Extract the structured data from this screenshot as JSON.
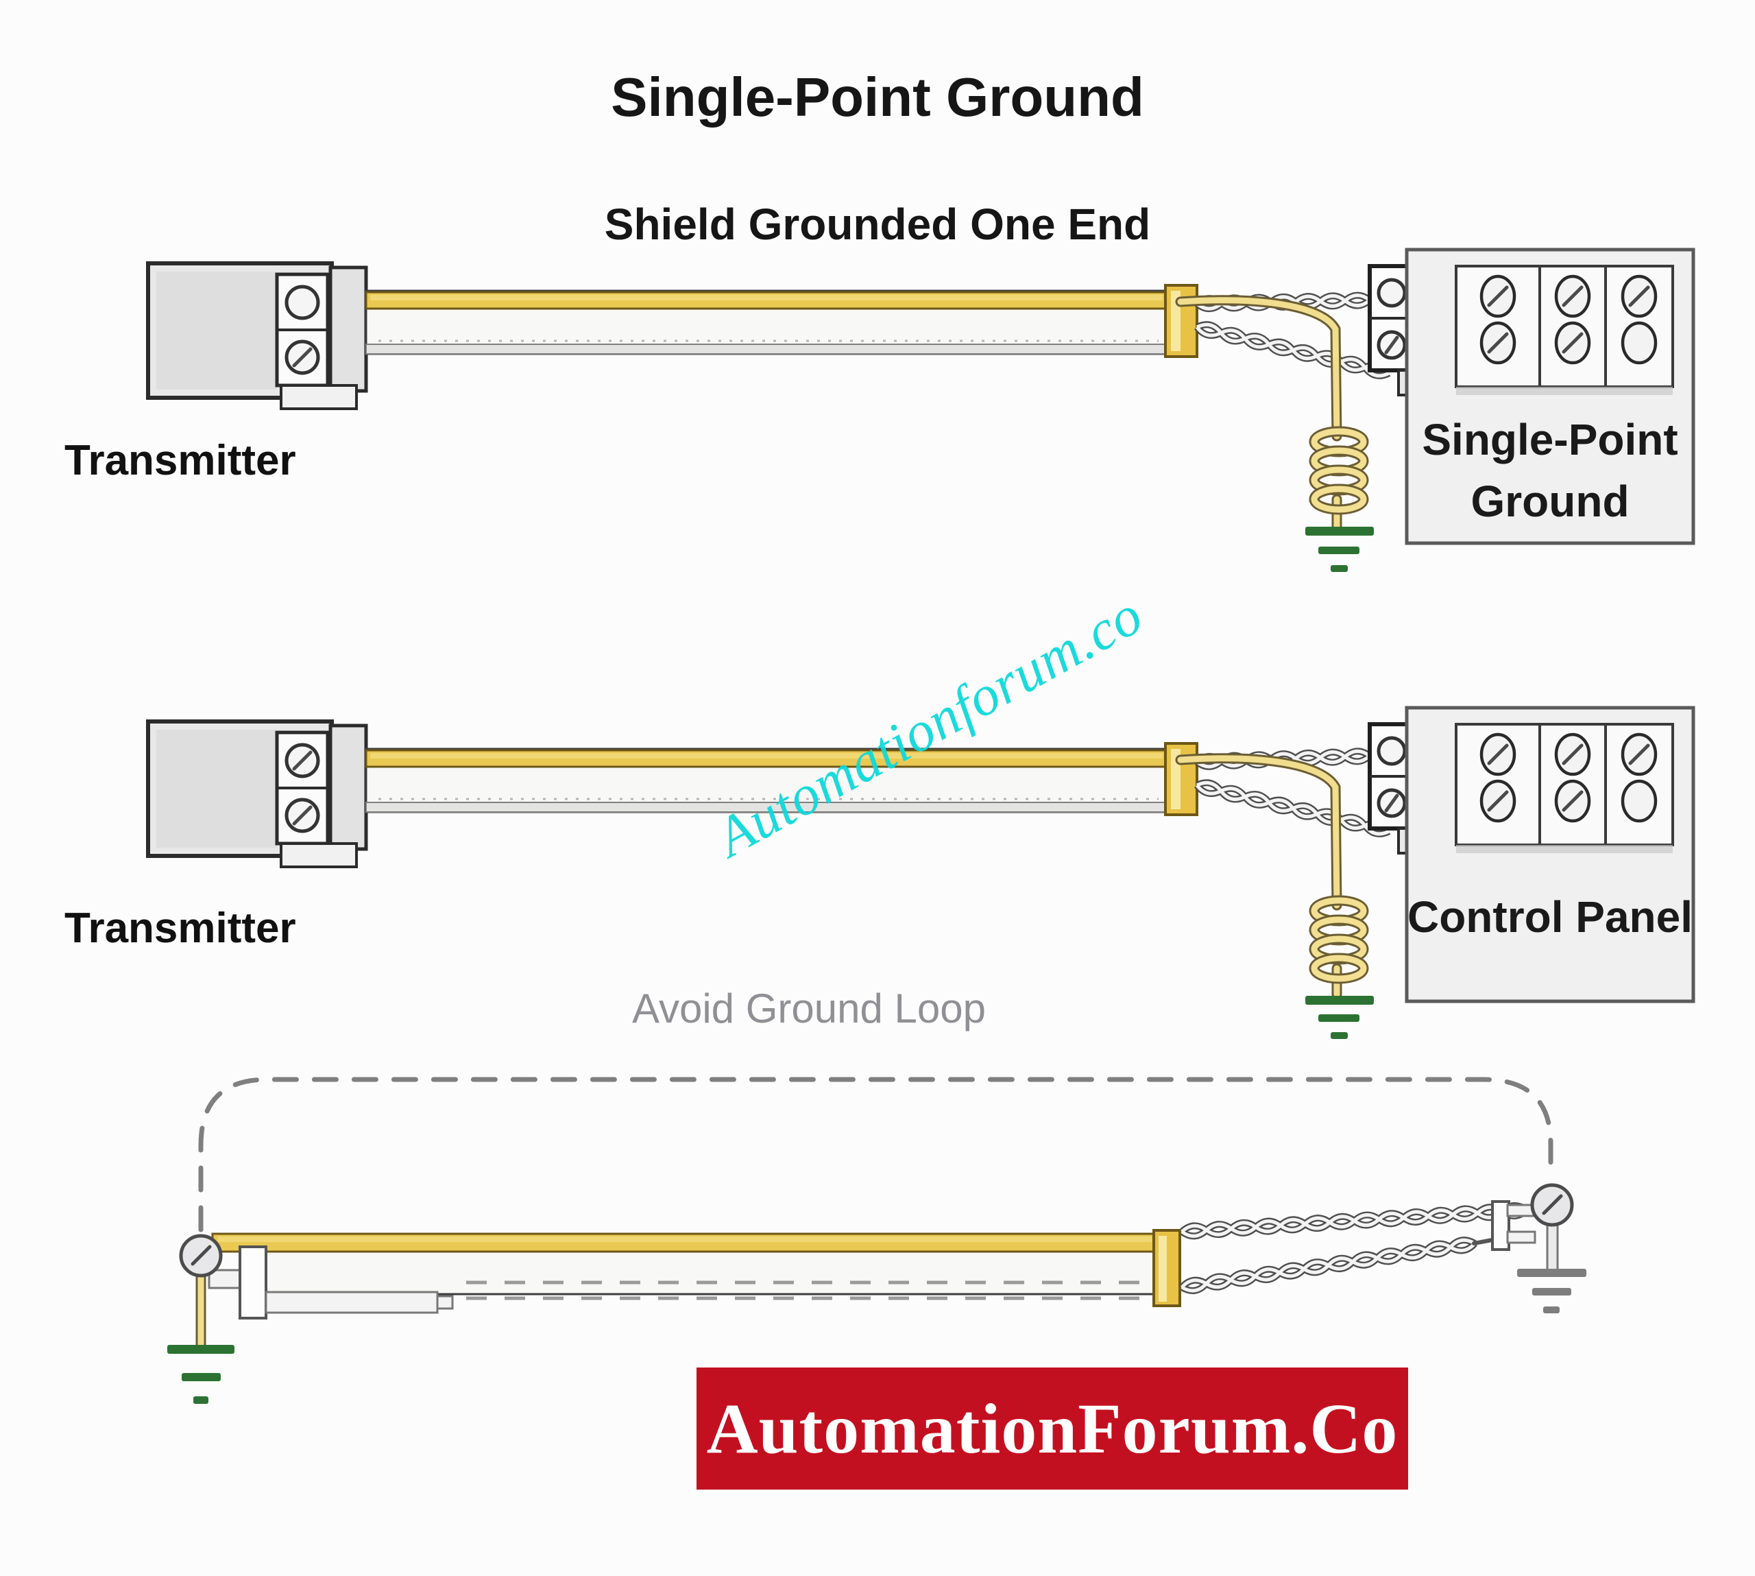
{
  "title": "Single-Point Ground",
  "subtitle": "Shield Grounded One End",
  "diagrams": {
    "single_point": {
      "transmitter_label": "Transmitter",
      "panel_label_line1": "Single-Point",
      "panel_label_line2": "Ground"
    },
    "control_panel": {
      "transmitter_label": "Transmitter",
      "panel_label": "Control Panel"
    },
    "ground_loop": {
      "caption": "Avoid Ground Loop"
    }
  },
  "watermark": {
    "text": "Automationforum.co",
    "color": "#0fd9da"
  },
  "banner": {
    "text": "AutomationForum.Co",
    "bg_color": "#c31020",
    "text_color": "#ffffff"
  },
  "icons": {
    "ground_symbol_green": "earth-ground-icon",
    "ground_symbol_gray": "earth-ground-icon",
    "screw_terminal": "screw-head-icon",
    "drain_coil": "coiled-drain-wire-icon"
  },
  "colors": {
    "cable_yellow": "#e9c952",
    "drain_wire_yellow": "#f0dd8e",
    "ground_green": "#2c7232",
    "ground_gray": "#7d7d7d",
    "panel_gray": "#f0f0f0",
    "outline_dark": "#2b2b2b",
    "caption_gray": "#8f8f94"
  }
}
